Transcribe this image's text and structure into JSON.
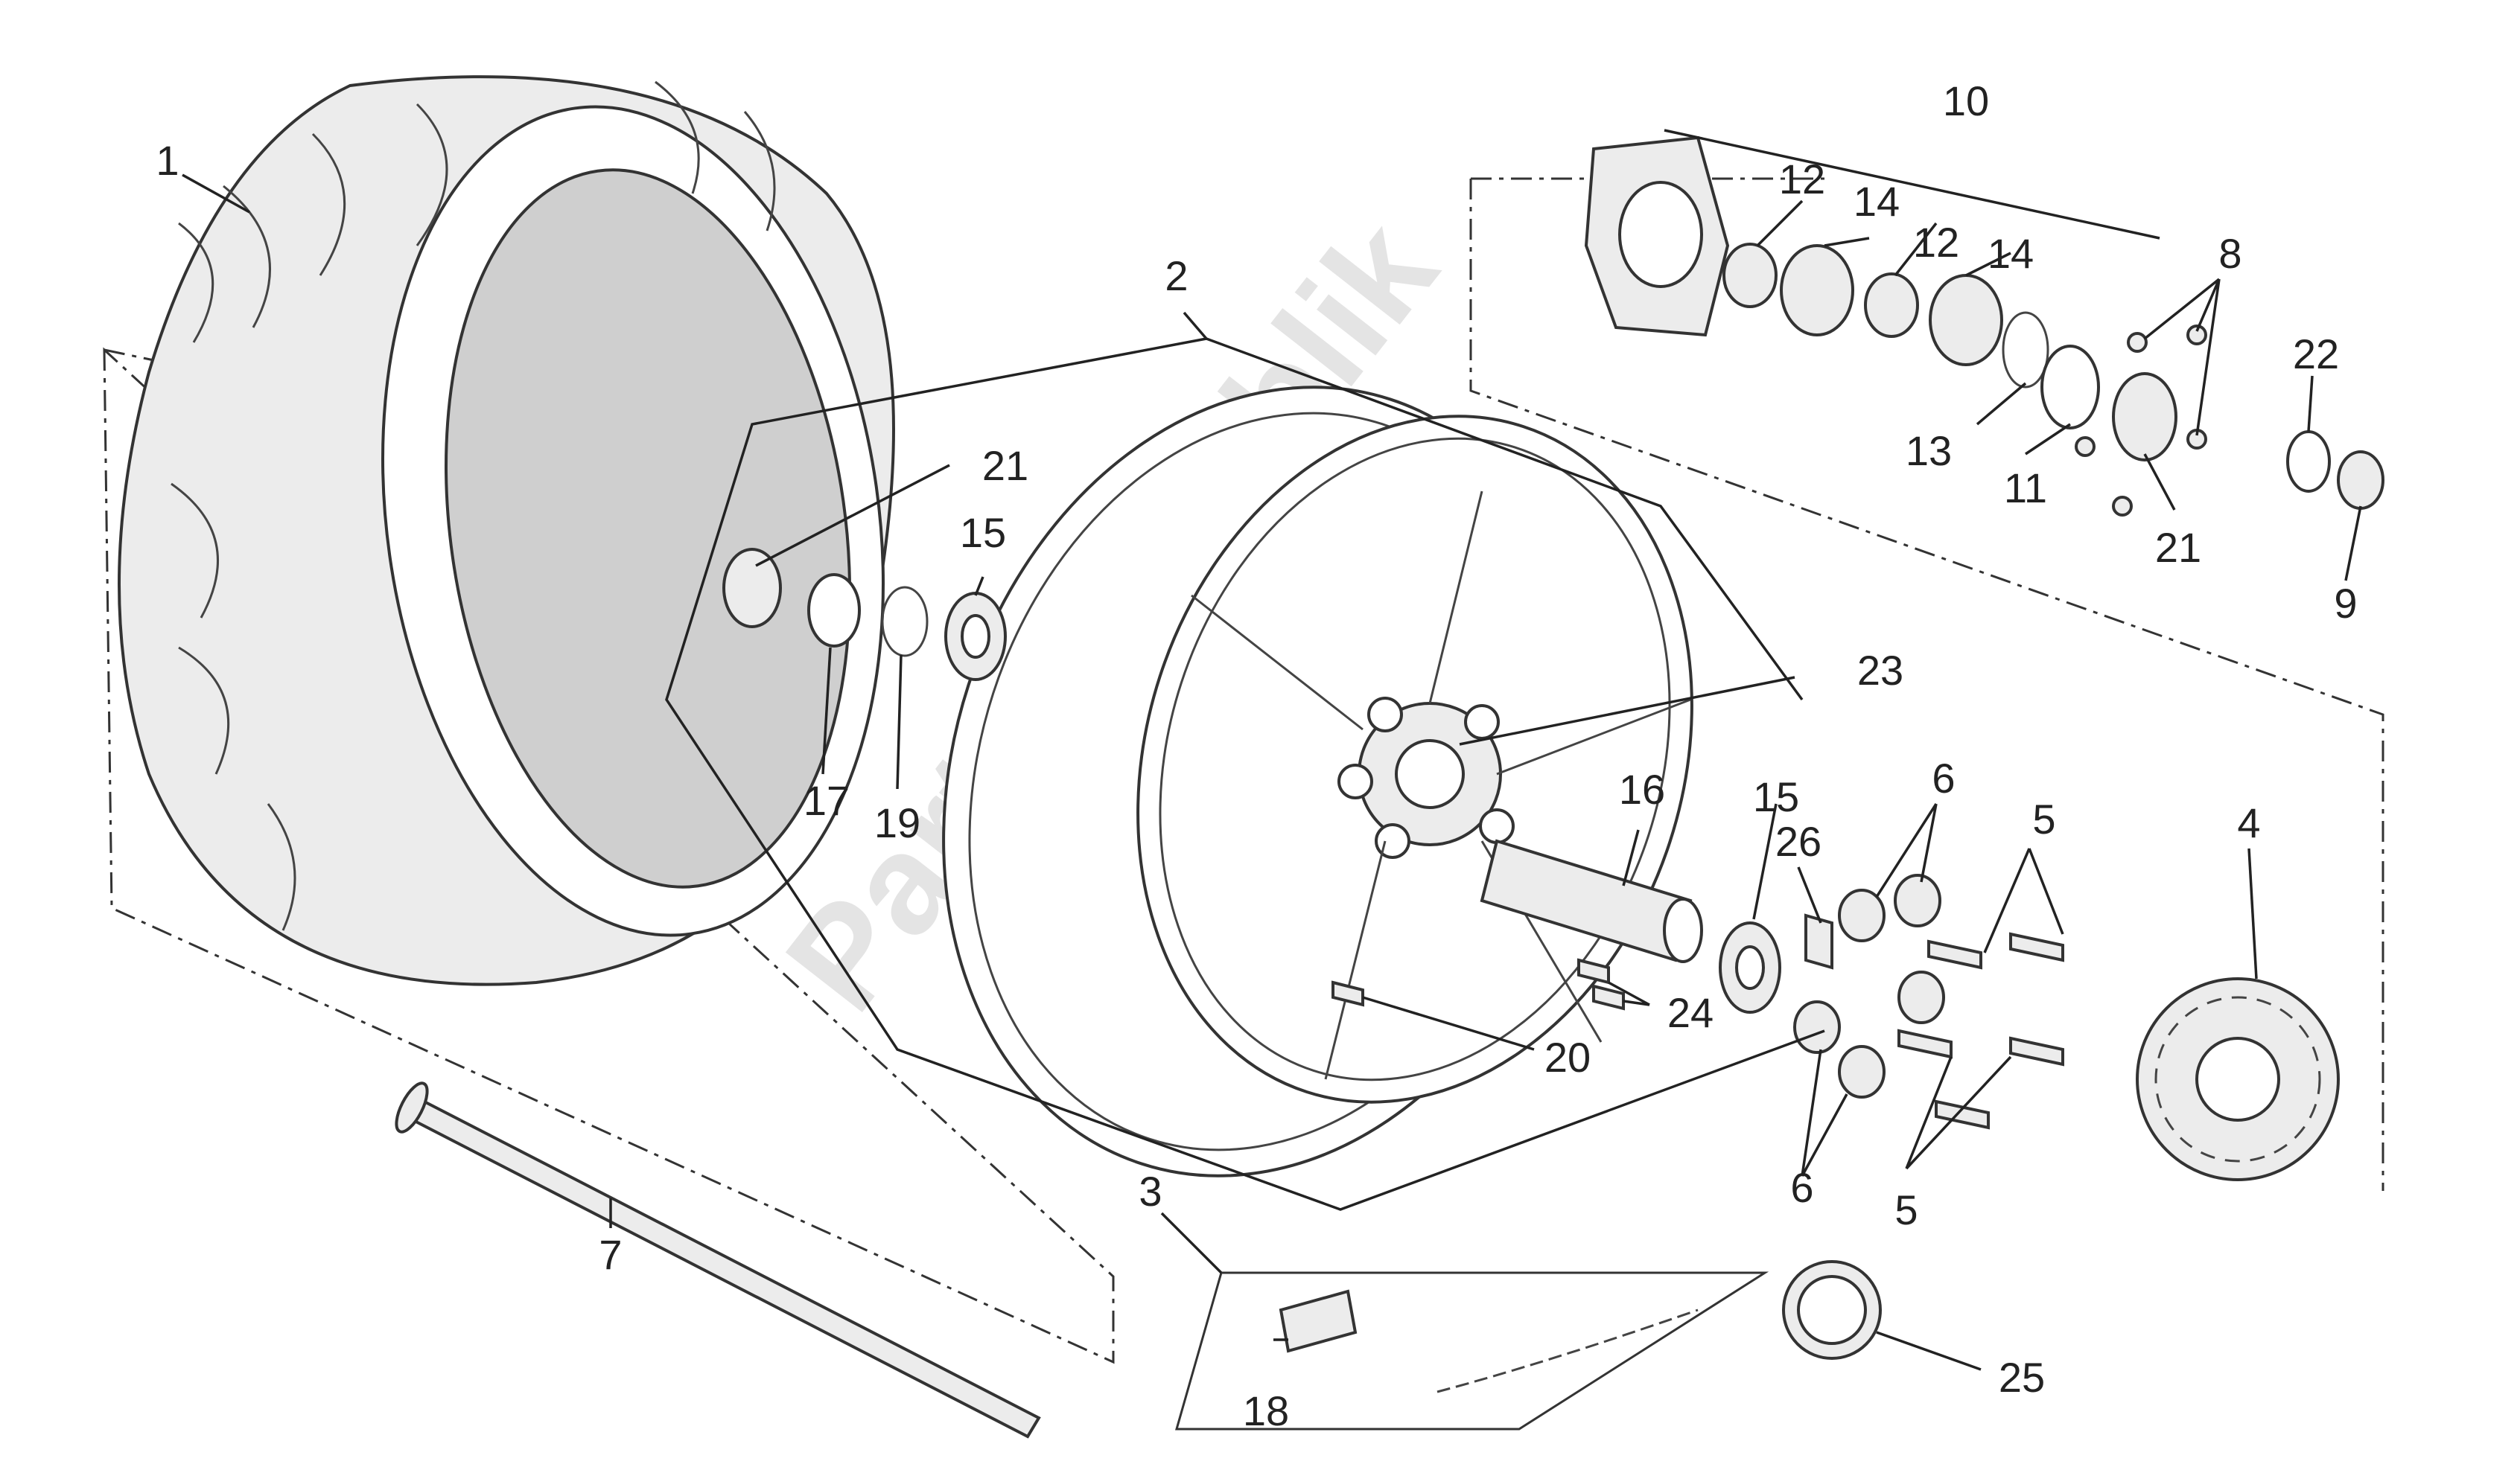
{
  "watermark": "PartsRepublik",
  "callouts": [
    {
      "id": "c1",
      "label": "1"
    },
    {
      "id": "c2",
      "label": "2"
    },
    {
      "id": "c3",
      "label": "3"
    },
    {
      "id": "c4",
      "label": "4"
    },
    {
      "id": "c5a",
      "label": "5"
    },
    {
      "id": "c5b",
      "label": "5"
    },
    {
      "id": "c6a",
      "label": "6"
    },
    {
      "id": "c6b",
      "label": "6"
    },
    {
      "id": "c7",
      "label": "7"
    },
    {
      "id": "c8",
      "label": "8"
    },
    {
      "id": "c9",
      "label": "9"
    },
    {
      "id": "c10",
      "label": "10"
    },
    {
      "id": "c11",
      "label": "11"
    },
    {
      "id": "c12a",
      "label": "12"
    },
    {
      "id": "c12b",
      "label": "12"
    },
    {
      "id": "c13",
      "label": "13"
    },
    {
      "id": "c14a",
      "label": "14"
    },
    {
      "id": "c14b",
      "label": "14"
    },
    {
      "id": "c15a",
      "label": "15"
    },
    {
      "id": "c15b",
      "label": "15"
    },
    {
      "id": "c16",
      "label": "16"
    },
    {
      "id": "c17",
      "label": "17"
    },
    {
      "id": "c18",
      "label": "18"
    },
    {
      "id": "c19",
      "label": "19"
    },
    {
      "id": "c20",
      "label": "20"
    },
    {
      "id": "c21a",
      "label": "21"
    },
    {
      "id": "c21b",
      "label": "21"
    },
    {
      "id": "c22",
      "label": "22"
    },
    {
      "id": "c23",
      "label": "23"
    },
    {
      "id": "c24",
      "label": "24"
    },
    {
      "id": "c25",
      "label": "25"
    },
    {
      "id": "c26",
      "label": "26"
    }
  ]
}
